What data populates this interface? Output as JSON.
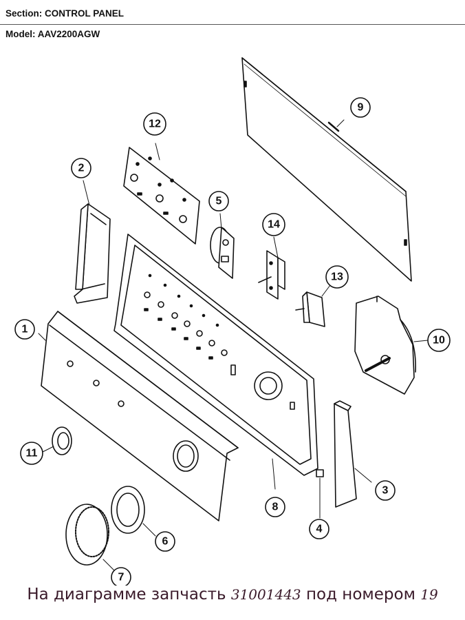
{
  "header": {
    "section": "Section:  CONTROL PANEL",
    "model": "Model:  AAV2200AGW"
  },
  "callouts": [
    {
      "id": "1",
      "label": "1"
    },
    {
      "id": "2",
      "label": "2"
    },
    {
      "id": "3",
      "label": "3"
    },
    {
      "id": "4",
      "label": "4"
    },
    {
      "id": "5",
      "label": "5"
    },
    {
      "id": "6",
      "label": "6"
    },
    {
      "id": "7",
      "label": "7"
    },
    {
      "id": "8",
      "label": "8"
    },
    {
      "id": "9",
      "label": "9"
    },
    {
      "id": "10",
      "label": "10"
    },
    {
      "id": "11",
      "label": "11"
    },
    {
      "id": "12",
      "label": "12"
    },
    {
      "id": "13",
      "label": "13"
    },
    {
      "id": "14",
      "label": "14"
    }
  ],
  "caption": {
    "before": "На диаграмме запчасть ",
    "part_number": "31001443",
    "middle": " под номером ",
    "callout": "19"
  }
}
